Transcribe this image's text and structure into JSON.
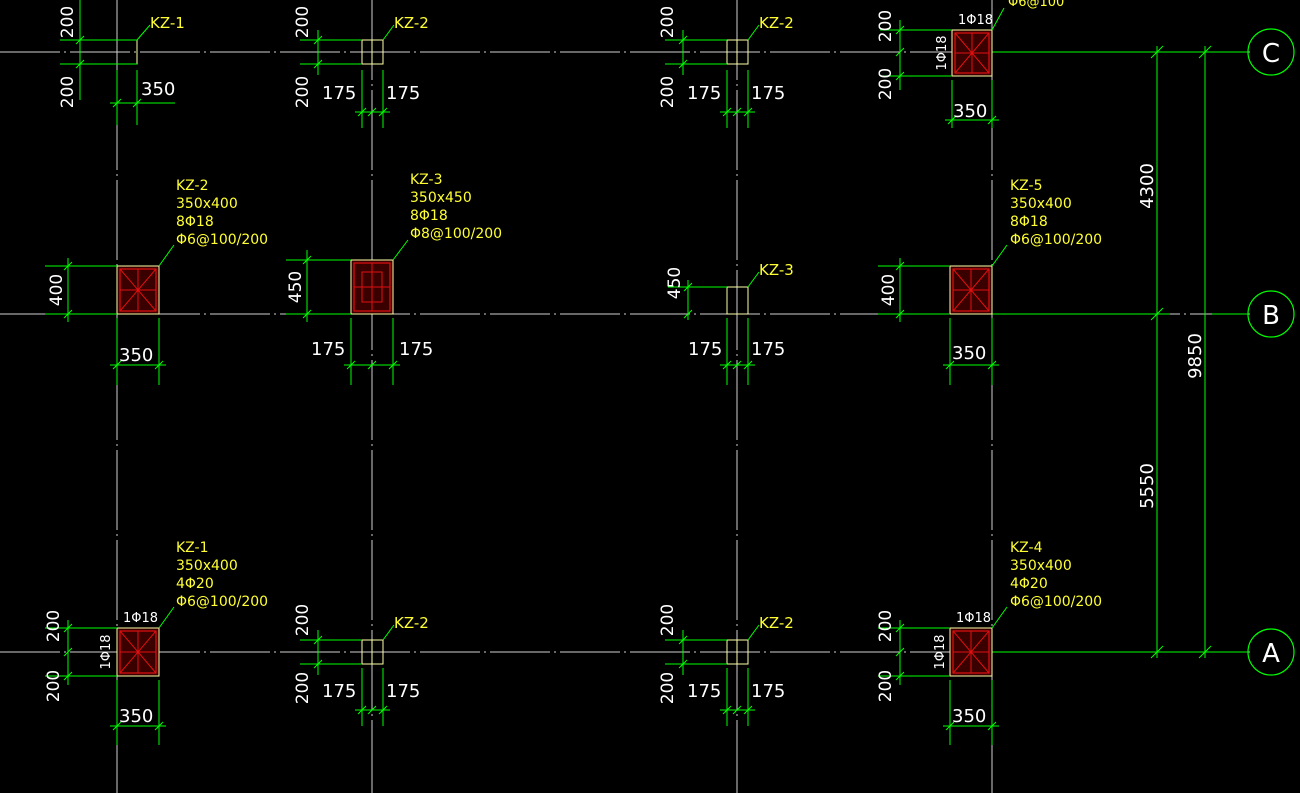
{
  "colors": {
    "background": "#000000",
    "axis_line": "#e6e6e6",
    "grid_line": "#cfcfcf",
    "dimension": "#00ff00",
    "column_label": "#ffff33",
    "column_outline": "#ffffaa",
    "rebar": "#e01010"
  },
  "axes": [
    {
      "label": "C"
    },
    {
      "label": "B"
    },
    {
      "label": "A"
    }
  ],
  "overall_dimensions": {
    "total": "9850",
    "c_to_b": "4300",
    "b_to_a": "5550"
  },
  "columns": [
    {
      "tag": "KZ-1",
      "lines": []
    },
    {
      "tag": "KZ-2",
      "lines": []
    },
    {
      "tag": "KZ-2",
      "lines": []
    },
    {
      "tag": "",
      "lines": [
        "Φ6@100"
      ],
      "bar_top": "1Φ18",
      "bar_side": "1Φ18"
    },
    {
      "tag": "KZ-2",
      "lines": [
        "350x400",
        "8Φ18",
        "Φ6@100/200"
      ]
    },
    {
      "tag": "KZ-3",
      "lines": [
        "350x450",
        "8Φ18",
        "Φ8@100/200"
      ]
    },
    {
      "tag": "KZ-3",
      "lines": []
    },
    {
      "tag": "KZ-5",
      "lines": [
        "350x400",
        "8Φ18",
        "Φ6@100/200"
      ]
    },
    {
      "tag": "KZ-1",
      "lines": [
        "350x400",
        "4Φ20",
        "Φ6@100/200"
      ],
      "bar_top": "1Φ18",
      "bar_side": "1Φ18"
    },
    {
      "tag": "KZ-2",
      "lines": []
    },
    {
      "tag": "KZ-2",
      "lines": []
    },
    {
      "tag": "KZ-4",
      "lines": [
        "350x400",
        "4Φ20",
        "Φ6@100/200"
      ],
      "bar_top": "1Φ18",
      "bar_side": "1Φ18"
    }
  ],
  "dims": {
    "d200": "200",
    "d350": "350",
    "d175": "175",
    "d400": "400",
    "d450": "450"
  }
}
